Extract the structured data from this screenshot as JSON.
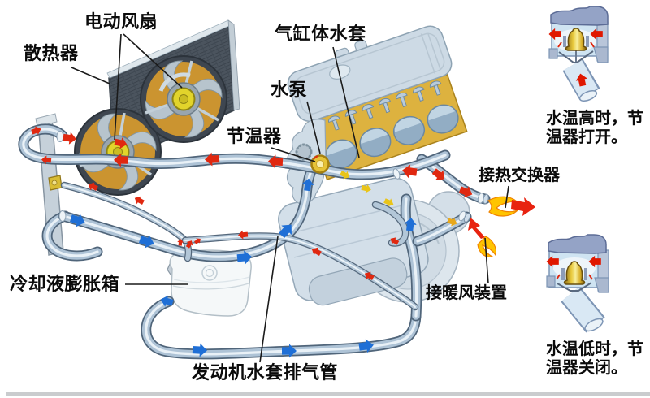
{
  "diagram": {
    "labels": {
      "electric_fan": "电动风扇",
      "radiator": "散热器",
      "cylinder_water_jacket": "气缸体水套",
      "water_pump": "水泵",
      "thermostat": "节温器",
      "to_heat_exchanger": "接热交换器",
      "to_heater_unit": "接暖风装置",
      "coolant_expansion_tank": "冷却液膨胀箱",
      "engine_jacket_vent_pipe": "发动机水套排气管"
    },
    "callouts": {
      "thermostat_open": {
        "line1": "水温高时，节",
        "line2": "温器打开。"
      },
      "thermostat_closed": {
        "line1": "水温低时，节",
        "line2": "温器关闭。"
      }
    },
    "colors": {
      "hot_flow": "#e02810",
      "cold_flow": "#1f6fd6",
      "jacket_coolant": "#ddb23f",
      "thermostat_valve_gold": "#e8c93c",
      "pipe_steel": "#aec3d6",
      "flame_yellow": "#ffc400"
    }
  }
}
